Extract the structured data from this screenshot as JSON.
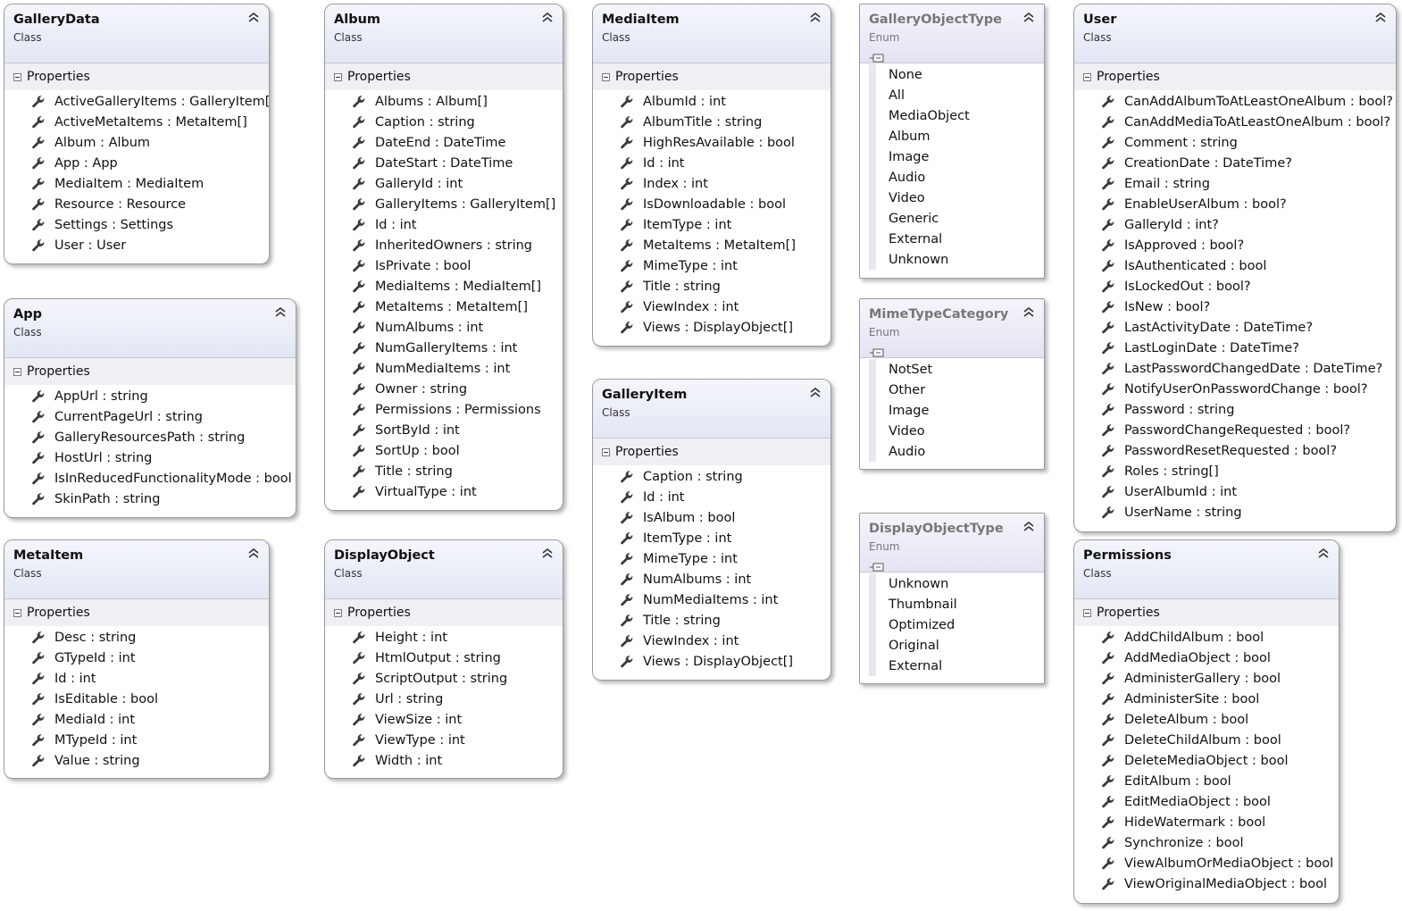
{
  "classes": [
    {
      "id": "gallerydata",
      "title": "GalleryData",
      "stereotype": "Class",
      "section": "Properties",
      "properties": [
        "ActiveGalleryItems : GalleryItem[]",
        "ActiveMetaItems : MetaItem[]",
        "Album : Album",
        "App : App",
        "MediaItem : MediaItem",
        "Resource : Resource",
        "Settings : Settings",
        "User : User"
      ]
    },
    {
      "id": "app",
      "title": "App",
      "stereotype": "Class",
      "section": "Properties",
      "properties": [
        "AppUrl : string",
        "CurrentPageUrl : string",
        "GalleryResourcesPath : string",
        "HostUrl : string",
        "IsInReducedFunctionalityMode : bool",
        "SkinPath : string"
      ]
    },
    {
      "id": "metaitem",
      "title": "MetaItem",
      "stereotype": "Class",
      "section": "Properties",
      "properties": [
        "Desc : string",
        "GTypeId : int",
        "Id : int",
        "IsEditable : bool",
        "MediaId : int",
        "MTypeId : int",
        "Value : string"
      ]
    },
    {
      "id": "album",
      "title": "Album",
      "stereotype": "Class",
      "section": "Properties",
      "properties": [
        "Albums : Album[]",
        "Caption : string",
        "DateEnd : DateTime",
        "DateStart : DateTime",
        "GalleryId : int",
        "GalleryItems : GalleryItem[]",
        "Id : int",
        "InheritedOwners : string",
        "IsPrivate : bool",
        "MediaItems : MediaItem[]",
        "MetaItems : MetaItem[]",
        "NumAlbums : int",
        "NumGalleryItems : int",
        "NumMediaItems : int",
        "Owner : string",
        "Permissions : Permissions",
        "SortById : int",
        "SortUp : bool",
        "Title : string",
        "VirtualType : int"
      ]
    },
    {
      "id": "displayobject",
      "title": "DisplayObject",
      "stereotype": "Class",
      "section": "Properties",
      "properties": [
        "Height : int",
        "HtmlOutput : string",
        "ScriptOutput : string",
        "Url : string",
        "ViewSize : int",
        "ViewType : int",
        "Width : int"
      ]
    },
    {
      "id": "mediaitem",
      "title": "MediaItem",
      "stereotype": "Class",
      "section": "Properties",
      "properties": [
        "AlbumId : int",
        "AlbumTitle : string",
        "HighResAvailable : bool",
        "Id : int",
        "Index : int",
        "IsDownloadable : bool",
        "ItemType : int",
        "MetaItems : MetaItem[]",
        "MimeType : int",
        "Title : string",
        "ViewIndex : int",
        "Views : DisplayObject[]"
      ]
    },
    {
      "id": "galleryitem",
      "title": "GalleryItem",
      "stereotype": "Class",
      "section": "Properties",
      "properties": [
        "Caption : string",
        "Id : int",
        "IsAlbum : bool",
        "ItemType : int",
        "MimeType : int",
        "NumAlbums : int",
        "NumMediaItems : int",
        "Title : string",
        "ViewIndex : int",
        "Views : DisplayObject[]"
      ]
    },
    {
      "id": "user",
      "title": "User",
      "stereotype": "Class",
      "section": "Properties",
      "properties": [
        "CanAddAlbumToAtLeastOneAlbum : bool?",
        "CanAddMediaToAtLeastOneAlbum : bool?",
        "Comment : string",
        "CreationDate : DateTime?",
        "Email : string",
        "EnableUserAlbum : bool?",
        "GalleryId : int?",
        "IsApproved : bool?",
        "IsAuthenticated : bool",
        "IsLockedOut : bool?",
        "IsNew : bool?",
        "LastActivityDate : DateTime?",
        "LastLoginDate : DateTime?",
        "LastPasswordChangedDate : DateTime?",
        "NotifyUserOnPasswordChange : bool?",
        "Password : string",
        "PasswordChangeRequested : bool?",
        "PasswordResetRequested : bool?",
        "Roles : string[]",
        "UserAlbumId : int",
        "UserName : string"
      ]
    },
    {
      "id": "permissions",
      "title": "Permissions",
      "stereotype": "Class",
      "section": "Properties",
      "properties": [
        "AddChildAlbum : bool",
        "AddMediaObject : bool",
        "AdministerGallery : bool",
        "AdministerSite : bool",
        "DeleteAlbum : bool",
        "DeleteChildAlbum : bool",
        "DeleteMediaObject : bool",
        "EditAlbum : bool",
        "EditMediaObject : bool",
        "HideWatermark : bool",
        "Synchronize : bool",
        "ViewAlbumOrMediaObject : bool",
        "ViewOriginalMediaObject : bool"
      ]
    }
  ],
  "enums": [
    {
      "id": "galleryobjecttype",
      "title": "GalleryObjectType",
      "stereotype": "Enum",
      "values": [
        "None",
        "All",
        "MediaObject",
        "Album",
        "Image",
        "Audio",
        "Video",
        "Generic",
        "External",
        "Unknown"
      ]
    },
    {
      "id": "mimetypecategory",
      "title": "MimeTypeCategory",
      "stereotype": "Enum",
      "values": [
        "NotSet",
        "Other",
        "Image",
        "Video",
        "Audio"
      ]
    },
    {
      "id": "displayobjecttype",
      "title": "DisplayObjectType",
      "stereotype": "Enum",
      "values": [
        "Unknown",
        "Thumbnail",
        "Optimized",
        "Original",
        "External"
      ]
    }
  ],
  "icons": {
    "property": "wrench-icon",
    "collapse": "double-chevron-up-icon",
    "section_toggle": "minus-box-icon",
    "enum": "enum-icon"
  },
  "colors": {
    "class_header": "#e2e7f4",
    "enum_header": "#e7e2f2",
    "border": "#9a9a9a"
  }
}
